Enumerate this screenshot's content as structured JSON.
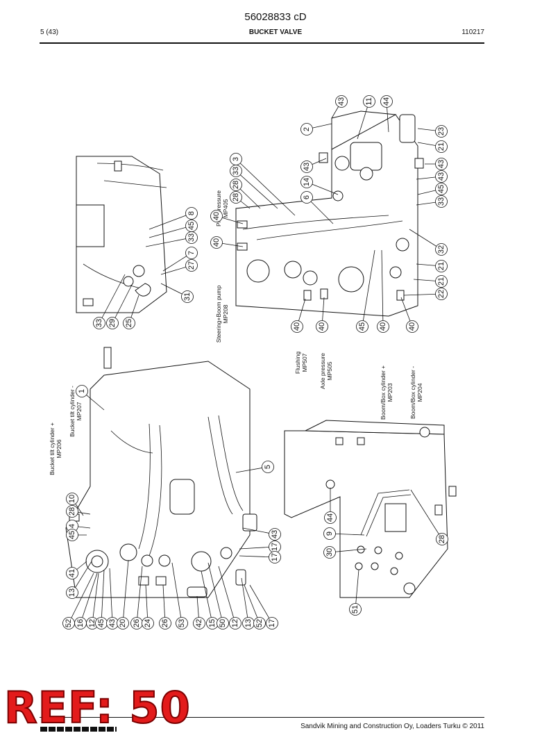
{
  "header": {
    "doc_number": "56028833 cD",
    "page_ref": "5 (43)",
    "section_title": "BUCKET VALVE",
    "date_code": "110217"
  },
  "footer": {
    "copyright": "Sandvik Mining and Construction Oy, Loaders Turku © 2011",
    "ref_stamp": "REF: 50"
  },
  "labels": [
    "Pilot pressure\nMP405",
    "Steering+Boom pump\nMP208",
    "Flushing\nMP507",
    "Axle pressure\nMP505",
    "Boom/Box cylinder +\nMP203",
    "Boom/Box cylinder -\nMP204",
    "Bucket tilt cylinder -\nMP207",
    "Bucket tilt cylinder +\nMP206"
  ],
  "callouts": {
    "right_view": [
      "43",
      "11",
      "44",
      "2",
      "23",
      "21",
      "43",
      "43",
      "3",
      "33",
      "28",
      "28",
      "14",
      "43",
      "45",
      "33",
      "6",
      "40",
      "40",
      "32",
      "21",
      "21",
      "22",
      "40",
      "40",
      "45",
      "40",
      "40"
    ],
    "left_view": [
      "8",
      "45",
      "33",
      "7",
      "27",
      "31",
      "33",
      "29",
      "25"
    ],
    "main_view": [
      "1",
      "5",
      "28",
      "10",
      "4",
      "45",
      "41",
      "43",
      "17",
      "17",
      "13",
      "52",
      "16",
      "12",
      "45",
      "43",
      "20",
      "26",
      "24",
      "26",
      "53",
      "42",
      "15",
      "50",
      "12",
      "13",
      "52",
      "17"
    ],
    "lower_view": [
      "44",
      "9",
      "30",
      "28",
      "51"
    ]
  }
}
